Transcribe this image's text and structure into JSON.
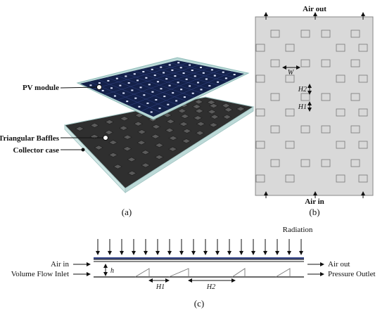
{
  "panel_a": {
    "label_pv_module": "PV module",
    "label_baffles": "Triangular Baffles",
    "label_collector": "Collector case",
    "caption": "(a)"
  },
  "panel_b": {
    "air_out": "Air out",
    "air_in": "Air in",
    "dim_w": "W",
    "dim_h2": "H2",
    "dim_h1": "H1",
    "caption": "(b)"
  },
  "panel_c": {
    "radiation": "Radiation",
    "left_top": "Air in",
    "left_bottom": "Volume Flow Inlet",
    "right_top": "Air out",
    "right_bottom": "Pressure Outlet",
    "dim_h": "h",
    "dim_h1": "H1",
    "dim_h2": "H2",
    "caption": "(c)"
  },
  "colors": {
    "pv_panel": "#14214a",
    "pv_frame": "#b9d8d6",
    "case_top": "#2f2f2f",
    "plate_bg": "#d9d9d9",
    "absorber_stripe": "#3a4a8a"
  }
}
